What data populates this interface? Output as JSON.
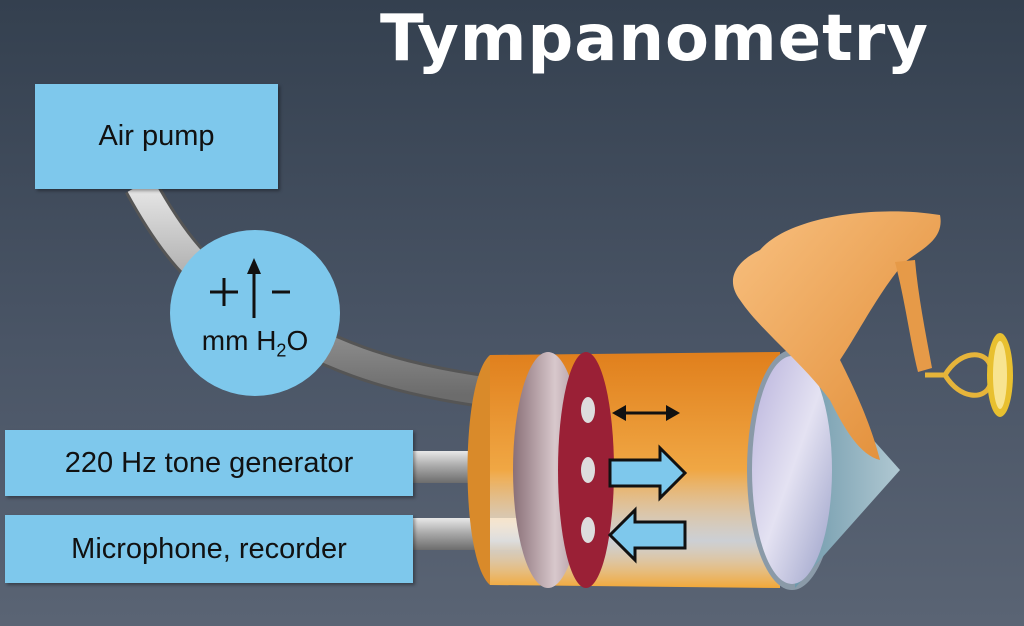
{
  "title": "Tympanometry",
  "labels": {
    "air_pump": "Air pump",
    "tone_generator": "220 Hz tone generator",
    "microphone": "Microphone, recorder",
    "gauge_pressure": "+ ↑ -",
    "gauge_unit_prefix": "mm H",
    "gauge_unit_sub": "2",
    "gauge_unit_suffix": "O"
  },
  "colors": {
    "box": "#7ec8ec",
    "probe_body": "#e8962e",
    "plug": "#9a2036",
    "ossicles": "#f0a050",
    "tympanic_membrane": "#c9c9e6"
  }
}
